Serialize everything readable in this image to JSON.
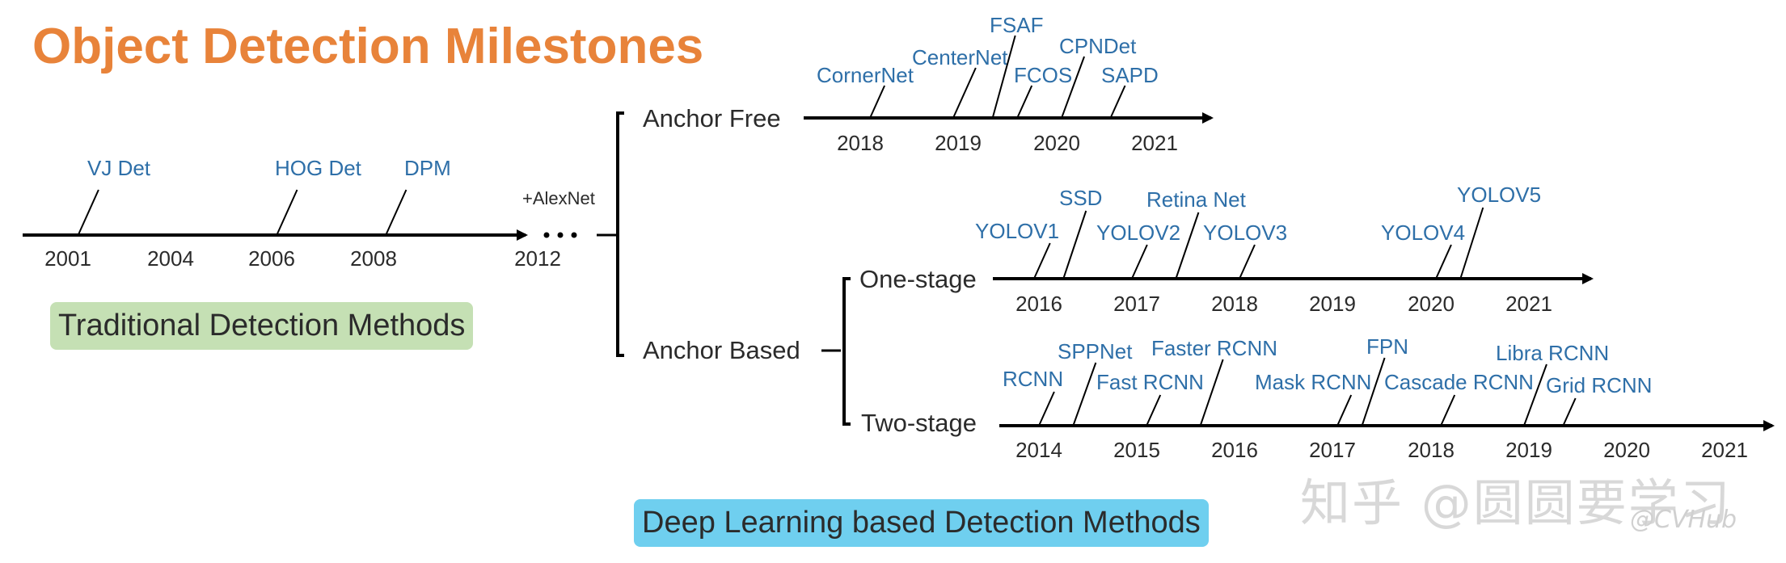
{
  "title": "Object Detection Milestones",
  "labels": {
    "traditional": "Traditional Detection Methods",
    "deep_learning": "Deep Learning based Detection Methods",
    "alexnet": "+AlexNet",
    "anchor_free": "Anchor Free",
    "anchor_based": "Anchor Based",
    "one_stage": "One-stage",
    "two_stage": "Two-stage"
  },
  "watermark": {
    "text": "知乎 @圆圆要学习",
    "subtext": "@CVHub"
  },
  "colors": {
    "title": "#E8833A",
    "event": "#2E6FA8",
    "traditional_bg": "#C5E0B4",
    "deep_bg": "#6FCFEF"
  },
  "timelines": {
    "traditional": {
      "years": [
        "2001",
        "2004",
        "2006",
        "2008",
        "2012"
      ],
      "events": [
        {
          "label": "VJ Det",
          "year": 2001.3
        },
        {
          "label": "HOG Det",
          "year": 2006.1
        },
        {
          "label": "DPM",
          "year": 2008.3
        }
      ]
    },
    "anchor_free": {
      "years": [
        "2018",
        "2019",
        "2020",
        "2021"
      ],
      "events": [
        {
          "label": "CornerNet",
          "year": 2018.1
        },
        {
          "label": "CenterNet",
          "year": 2018.95
        },
        {
          "label": "FSAF",
          "year": 2019.35
        },
        {
          "label": "FCOS",
          "year": 2019.6
        },
        {
          "label": "CPNDet",
          "year": 2020.05
        },
        {
          "label": "SAPD",
          "year": 2020.55
        }
      ]
    },
    "one_stage": {
      "years": [
        "2016",
        "2017",
        "2018",
        "2019",
        "2020",
        "2021"
      ],
      "events": [
        {
          "label": "YOLOV1",
          "year": 2015.95
        },
        {
          "label": "SSD",
          "year": 2016.25
        },
        {
          "label": "YOLOV2",
          "year": 2016.95
        },
        {
          "label": "Retina Net",
          "year": 2017.4
        },
        {
          "label": "YOLOV3",
          "year": 2018.05
        },
        {
          "label": "YOLOV4",
          "year": 2020.05
        },
        {
          "label": "YOLOV5",
          "year": 2020.3
        }
      ]
    },
    "two_stage": {
      "years": [
        "2014",
        "2015",
        "2016",
        "2017",
        "2018",
        "2019",
        "2020",
        "2021"
      ],
      "events": [
        {
          "label": "RCNN",
          "year": 2014.0
        },
        {
          "label": "SPPNet",
          "year": 2014.35
        },
        {
          "label": "Fast RCNN",
          "year": 2015.1
        },
        {
          "label": "Faster RCNN",
          "year": 2015.65
        },
        {
          "label": "Mask RCNN",
          "year": 2017.05
        },
        {
          "label": "FPN",
          "year": 2017.3
        },
        {
          "label": "Cascade RCNN",
          "year": 2018.1
        },
        {
          "label": "Libra RCNN",
          "year": 2018.95
        },
        {
          "label": "Grid RCNN",
          "year": 2019.35
        }
      ]
    }
  }
}
